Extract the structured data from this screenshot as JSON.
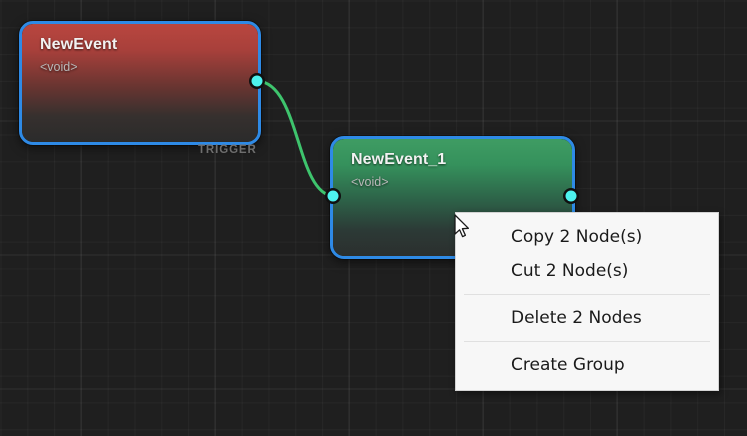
{
  "editor": {
    "background_color": "#1f1f1f",
    "grid_minor_color": "#2a2a2a",
    "grid_major_color": "#333333",
    "selection_outline_color": "#2e8ae6",
    "pin_color": "#4df2ee",
    "wire_color": "#3ec46d"
  },
  "nodes": [
    {
      "id": "newevent",
      "title": "NewEvent",
      "subtitle": "<void>",
      "accent_color": "#b9463f",
      "selected": true,
      "output_pin_label": "TRIGGER"
    },
    {
      "id": "newevent_1",
      "title": "NewEvent_1",
      "subtitle": "<void>",
      "accent_color": "#3f9c63",
      "selected": true,
      "output_pin_label": ""
    }
  ],
  "context_menu": {
    "items": [
      {
        "label": "Copy 2 Node(s)",
        "type": "item"
      },
      {
        "label": "Cut 2 Node(s)",
        "type": "item"
      },
      {
        "label": "",
        "type": "separator"
      },
      {
        "label": "Delete 2 Nodes",
        "type": "item"
      },
      {
        "label": "",
        "type": "separator"
      },
      {
        "label": "Create Group",
        "type": "item"
      }
    ]
  }
}
